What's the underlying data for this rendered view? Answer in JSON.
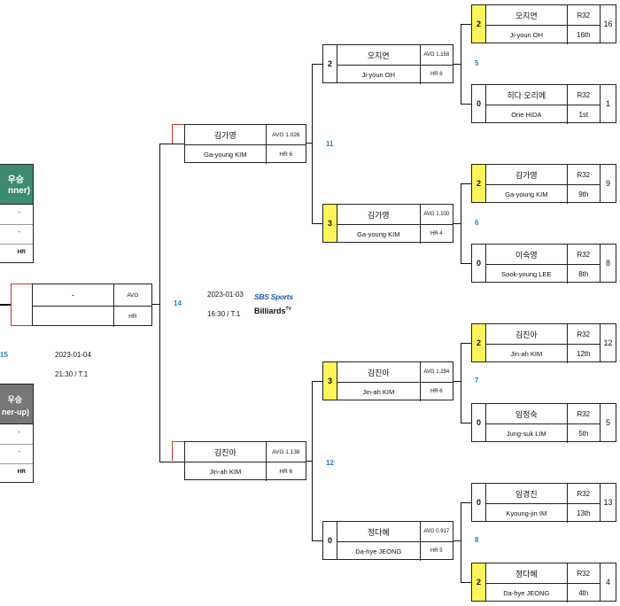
{
  "final": {
    "winner_head_line1": "우승",
    "winner_head_line2": "nner)",
    "winner_rows": [
      "-",
      "-"
    ],
    "winner_hr": "HR",
    "runner_head_line1": "우승",
    "runner_head_line2": "ner-up)",
    "runner_rows": [
      "-",
      "-"
    ],
    "runner_hr": "HR",
    "match_no": "15",
    "date": "2023-01-04",
    "time": "21:30 /  T.1",
    "card": {
      "name": "-",
      "avg": "AVG",
      "hr": "HR"
    }
  },
  "semi": {
    "match_no": "14",
    "date": "2023-01-03",
    "time": "16:30 / T.1",
    "logo_sbs": "SBS Sports",
    "logo_billiards": "Billiards",
    "logo_tv": "TV",
    "top": {
      "ko": "김가영",
      "en": "Ga-young KIM",
      "avg": "AVG 1.026",
      "hr": "HR 6"
    },
    "bottom": {
      "ko": "김진아",
      "en": "Jin-ah KIM",
      "avg": "AVG 1.138",
      "hr": "HR 6"
    }
  },
  "quarters": [
    {
      "match_no": "11",
      "top": {
        "ko": "오지연",
        "en": "Ji-youn OH",
        "avg": "AVG 1.158",
        "hr": "HR 6",
        "score": "2"
      },
      "bottom": {
        "ko": "김가영",
        "en": "Ga-young KIM",
        "avg": "AVG 1.100",
        "hr": "HR 4",
        "score": "3"
      }
    },
    {
      "match_no": "12",
      "top": {
        "ko": "김진아",
        "en": "Jin-ah KIM",
        "avg": "AVG 1.294",
        "hr": "HR 6",
        "score": "3"
      },
      "bottom": {
        "ko": "정다혜",
        "en": "Da-hye JEONG",
        "avg": "AVG 0.917",
        "hr": "HR 5",
        "score": "0"
      }
    }
  ],
  "round16": [
    {
      "match_no": "5",
      "top": {
        "ko": "오지연",
        "en": "Ji-youn OH",
        "round": "R32",
        "rank": "16th",
        "seed": "16",
        "score": "2"
      },
      "bottom": {
        "ko": "히다 오리에",
        "en": "Orie HIDA",
        "round": "R32",
        "rank": "1st",
        "seed": "1",
        "score": "0"
      }
    },
    {
      "match_no": "6",
      "top": {
        "ko": "김가영",
        "en": "Ga-young KIM",
        "round": "R32",
        "rank": "9th",
        "seed": "9",
        "score": "2"
      },
      "bottom": {
        "ko": "이숙영",
        "en": "Sook-young LEE",
        "round": "R32",
        "rank": "8th",
        "seed": "8",
        "score": "0"
      }
    },
    {
      "match_no": "7",
      "top": {
        "ko": "김진아",
        "en": "Jin-ah KIM",
        "round": "R32",
        "rank": "12th",
        "seed": "12",
        "score": "2"
      },
      "bottom": {
        "ko": "임정숙",
        "en": "Jung-suk LIM",
        "round": "R32",
        "rank": "5th",
        "seed": "5",
        "score": "0"
      }
    },
    {
      "match_no": "8",
      "top": {
        "ko": "임경진",
        "en": "Kyoung-jin IM",
        "round": "R32",
        "rank": "13th",
        "seed": "13",
        "score": "0"
      },
      "bottom": {
        "ko": "정다혜",
        "en": "Da-hye JEONG",
        "round": "R32",
        "rank": "4th",
        "seed": "4",
        "score": "2"
      }
    }
  ]
}
